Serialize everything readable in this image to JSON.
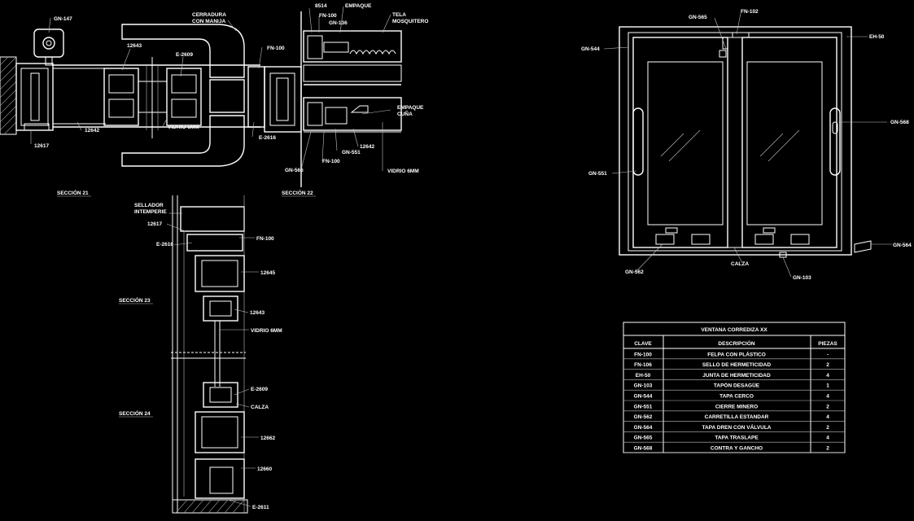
{
  "labels": {
    "gn147": "GN-147",
    "cerradura": "CERRADURA",
    "con_manija": "CON MANIJA",
    "n8514": "8514",
    "fn100_top": "FN-100",
    "empaque_top": "EMPAQUE",
    "gn136": "GN-136",
    "tela": "TELA",
    "mosquitero": "MOSQUITERO",
    "n12643_a": "12643",
    "e2609_a": "E-2609",
    "fn100_mid": "FN-100",
    "n12642_a": "12642",
    "vidrio_a": "VIDRIO 6MM",
    "e2616_a": "E-2616",
    "n12617_a": "12617",
    "empaque_cuna_1": "EMPAQUE",
    "empaque_cuna_2": "CUÑA",
    "gn551_a": "GN-551",
    "n12642_b": "12642",
    "gn566_a": "GN-566",
    "fn100_low": "FN-100",
    "vidrio_b": "VIDRIO 6MM",
    "seccion21": "SECCIÓN 21",
    "seccion22": "SECCIÓN 22",
    "seccion23": "SECCIÓN 23",
    "seccion24": "SECCIÓN 24",
    "sellador_1": "SELLADOR",
    "sellador_2": "INTEMPERIE",
    "n12617_b": "12617",
    "e2616_b": "E-2616",
    "fn100_v": "FN-100",
    "n12645": "12645",
    "n12643_b": "12643",
    "vidrio_v": "VIDRIO 6MM",
    "e2609_b": "E-2609",
    "calza_v": "CALZA",
    "n12662": "12662",
    "n12660": "12660",
    "e2611": "E-2611",
    "gn565": "GN-565",
    "fn102": "FN-102",
    "gn544": "GN-544",
    "eh50": "EH-50",
    "gn568": "GN-568",
    "gn551_b": "GN-551",
    "gn564": "GN-564",
    "calza_e": "CALZA",
    "gn562": "GN-562",
    "gn103": "GN-103"
  },
  "table": {
    "title": "VENTANA CORREDIZA XX",
    "headers": [
      "CLAVE",
      "DESCRIPCIÓN",
      "PIEZAS"
    ],
    "rows": [
      [
        "FN-100",
        "FELPA CON PLÁSTICO",
        "-"
      ],
      [
        "FN-106",
        "SELLO DE HERMETICIDAD",
        "2"
      ],
      [
        "EH-50",
        "JUNTA DE HERMETICIDAD",
        "4"
      ],
      [
        "GN-103",
        "TAPÓN DESAGÜE",
        "1"
      ],
      [
        "GN-544",
        "TAPA CERCO",
        "4"
      ],
      [
        "GN-551",
        "CIERRE MINERO",
        "2"
      ],
      [
        "GN-562",
        "CARRETILLA ESTANDAR",
        "4"
      ],
      [
        "GN-564",
        "TAPA DREN CON VÁLVULA",
        "2"
      ],
      [
        "GN-565",
        "TAPA TRASLAPE",
        "4"
      ],
      [
        "GN-568",
        "CONTRA Y GANCHO",
        "2"
      ]
    ]
  }
}
